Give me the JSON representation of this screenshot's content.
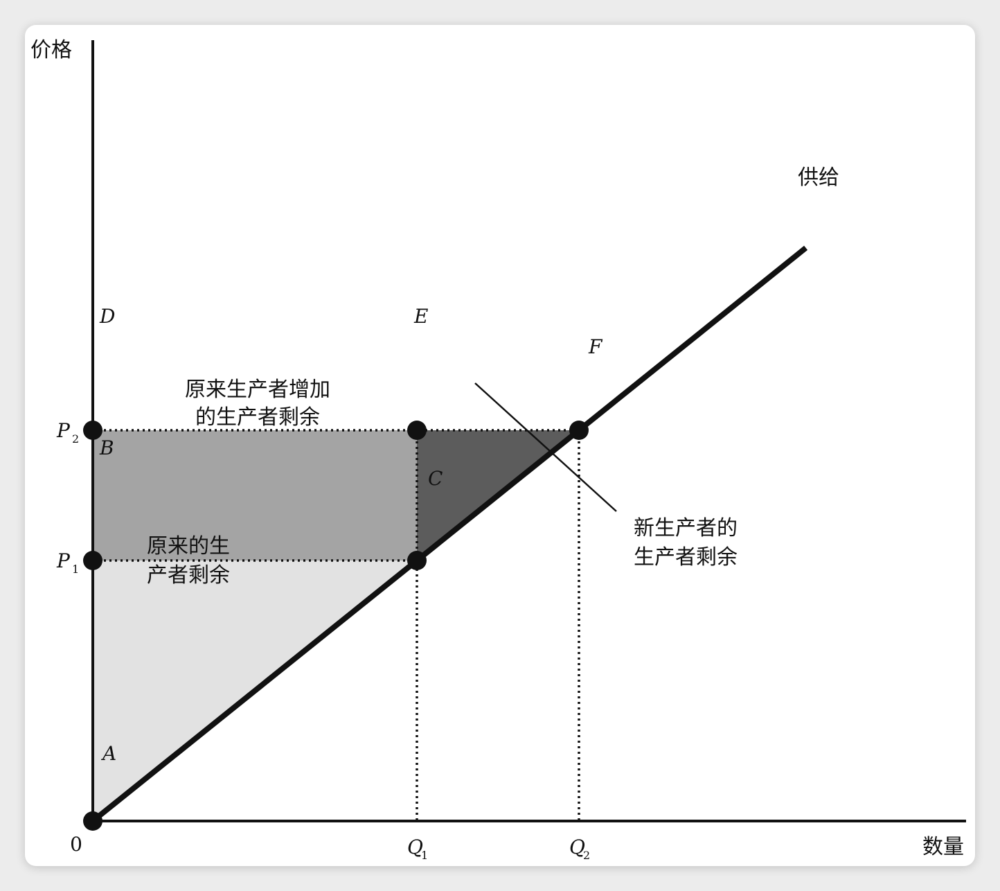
{
  "chart_data": {
    "type": "line",
    "title": "",
    "xlabel": "数量",
    "ylabel": "价格",
    "origin_label": "0",
    "supply_label": "供给",
    "supply_line": {
      "x": [
        0,
        1.0,
        1.5,
        2.2
      ],
      "y": [
        0.5,
        1.5,
        2.0,
        2.7
      ]
    },
    "points": [
      {
        "name": "A",
        "x": 0,
        "y": 0.5
      },
      {
        "name": "B",
        "x": 0,
        "y": 1.5
      },
      {
        "name": "C",
        "x": 1.0,
        "y": 1.5
      },
      {
        "name": "D",
        "x": 0,
        "y": 2.0
      },
      {
        "name": "E",
        "x": 1.0,
        "y": 2.0
      },
      {
        "name": "F",
        "x": 1.5,
        "y": 2.0
      }
    ],
    "x_ticks": [
      {
        "value": 1.0,
        "main": "Q",
        "sub": "1"
      },
      {
        "value": 1.5,
        "main": "Q",
        "sub": "2"
      }
    ],
    "y_ticks": [
      {
        "value": 1.5,
        "main": "P",
        "sub": "1"
      },
      {
        "value": 2.0,
        "main": "P",
        "sub": "2"
      }
    ],
    "areas": [
      {
        "label_lines": [
          "原来的生",
          "产者剩余"
        ],
        "fill": "#e2e2e2"
      },
      {
        "label_lines": [
          "原来生产者增加",
          "的生产者剩余"
        ],
        "fill": "#a4a4a4"
      },
      {
        "label_lines": [
          "新生产者的",
          "生产者剩余"
        ],
        "fill": "#5c5c5c"
      }
    ],
    "grid": false,
    "legend": "none"
  }
}
